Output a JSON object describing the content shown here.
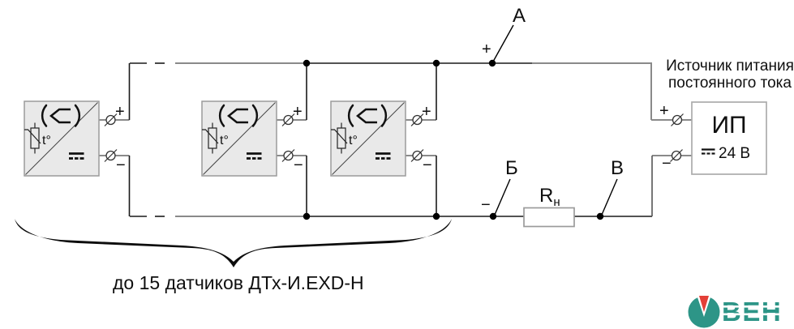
{
  "points": {
    "a": "А",
    "b": "Б",
    "v": "В"
  },
  "polarity": {
    "plus": "+",
    "minus": "−"
  },
  "sensor": {
    "temp_label": "t°"
  },
  "load": {
    "symbol": "R",
    "subscript": "н"
  },
  "psu": {
    "caption_line1": "Источник питания",
    "caption_line2": "постоянного тока",
    "name": "ИП",
    "voltage": "24 В"
  },
  "note": "до 15 датчиков ДТх-И.EXD-Н",
  "logo": {
    "letters": "ВЕН"
  },
  "colors": {
    "logo_teal": "#1e8e7e",
    "logo_red": "#e13128",
    "sensor_fill": "#e9e9e9",
    "wire_gray": "#8a8a8a",
    "wire_black": "#1a1a1a"
  }
}
